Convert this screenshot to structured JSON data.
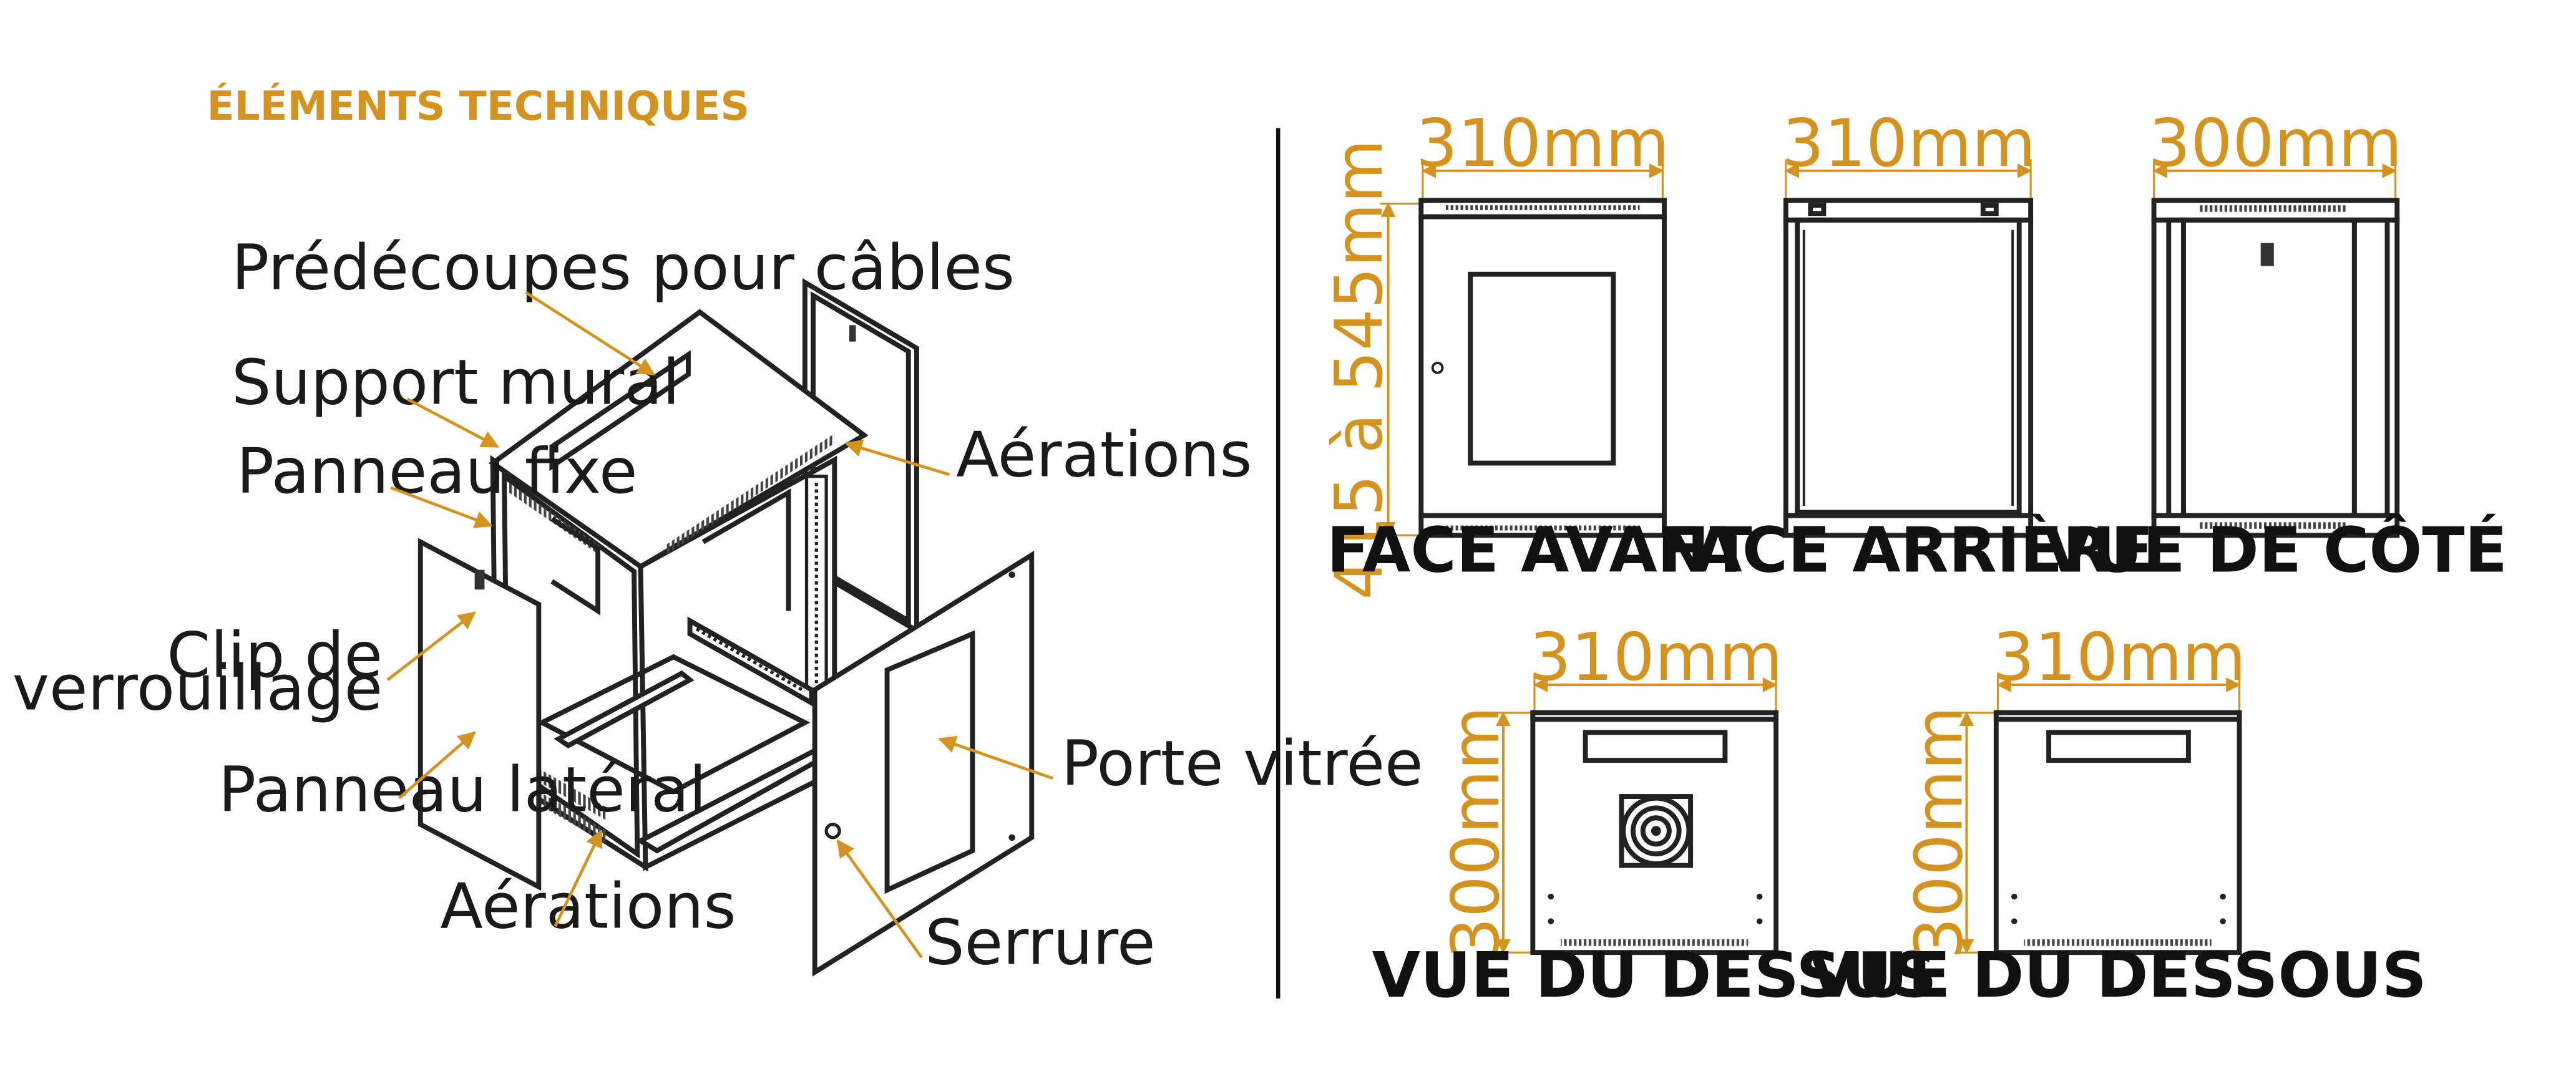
{
  "title": "ÉLÉMENTS TECHNIQUES",
  "accent_color": "#d4921f",
  "callouts": {
    "predecoupes": "Prédécoupes pour câbles",
    "support_mural": "Support mural",
    "panneau_fixe": "Panneau fixe",
    "aerations_top": "Aérations",
    "clip_1": "Clip de",
    "clip_2": "verrouillage",
    "panneau_lateral": "Panneau latéral",
    "porte_vitree": "Porte vitrée",
    "aerations_bottom": "Aérations",
    "serrure": "Serrure"
  },
  "views": {
    "face_avant": {
      "caption": "FACE AVANT",
      "width": "310mm",
      "height": "415 à 545mm"
    },
    "face_arriere": {
      "caption": "FACE ARRIÈRE",
      "width": "310mm"
    },
    "vue_cote": {
      "caption": "VUE DE CÔTÉ",
      "width": "300mm"
    },
    "vue_dessus": {
      "caption": "VUE DU DESSUS",
      "width": "310mm",
      "height": "300mm"
    },
    "vue_dessous": {
      "caption": "VUE DU DESSOUS",
      "width": "310mm",
      "height": "300mm"
    }
  }
}
